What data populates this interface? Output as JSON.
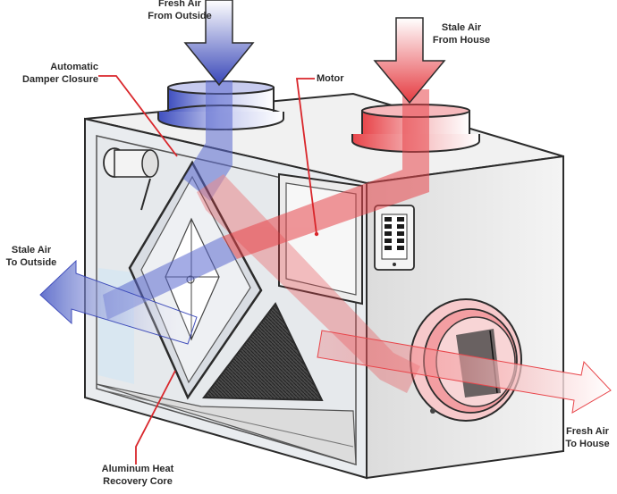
{
  "labels": {
    "fresh_in": {
      "line1": "Fresh Air",
      "line2": "From Outside"
    },
    "stale_in": {
      "line1": "Stale Air",
      "line2": "From House"
    },
    "damper": {
      "line1": "Automatic",
      "line2": "Damper Closure"
    },
    "motor": {
      "line1": "Motor"
    },
    "stale_out": {
      "line1": "Stale Air",
      "line2": "To Outside"
    },
    "fresh_out": {
      "line1": "Fresh Air",
      "line2": "To House"
    },
    "core": {
      "line1": "Aluminum Heat",
      "line2": "Recovery Core"
    }
  },
  "colors": {
    "fresh_air": "#4a5bc4",
    "stale_air": "#e8454a",
    "leader_line": "#d9262b",
    "outline": "#2b2b2b"
  }
}
